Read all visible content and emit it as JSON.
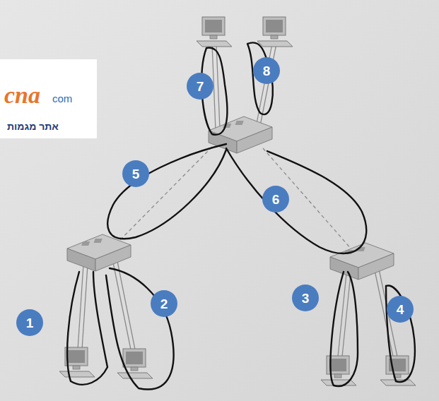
{
  "diagram": {
    "nodes": [
      {
        "text": [
          "1"
        ]
      },
      {
        "text": [
          "2"
        ]
      },
      {
        "text": [
          "3"
        ]
      },
      {
        "text": [
          "4"
        ]
      },
      {
        "text": [
          "5"
        ]
      },
      {
        "text": [
          "6"
        ]
      },
      {
        "text": [
          "7"
        ]
      },
      {
        "text": [
          "8"
        ]
      }
    ],
    "labels": [
      "cna",
      "com",
      "אתר מגמות"
    ]
  }
}
